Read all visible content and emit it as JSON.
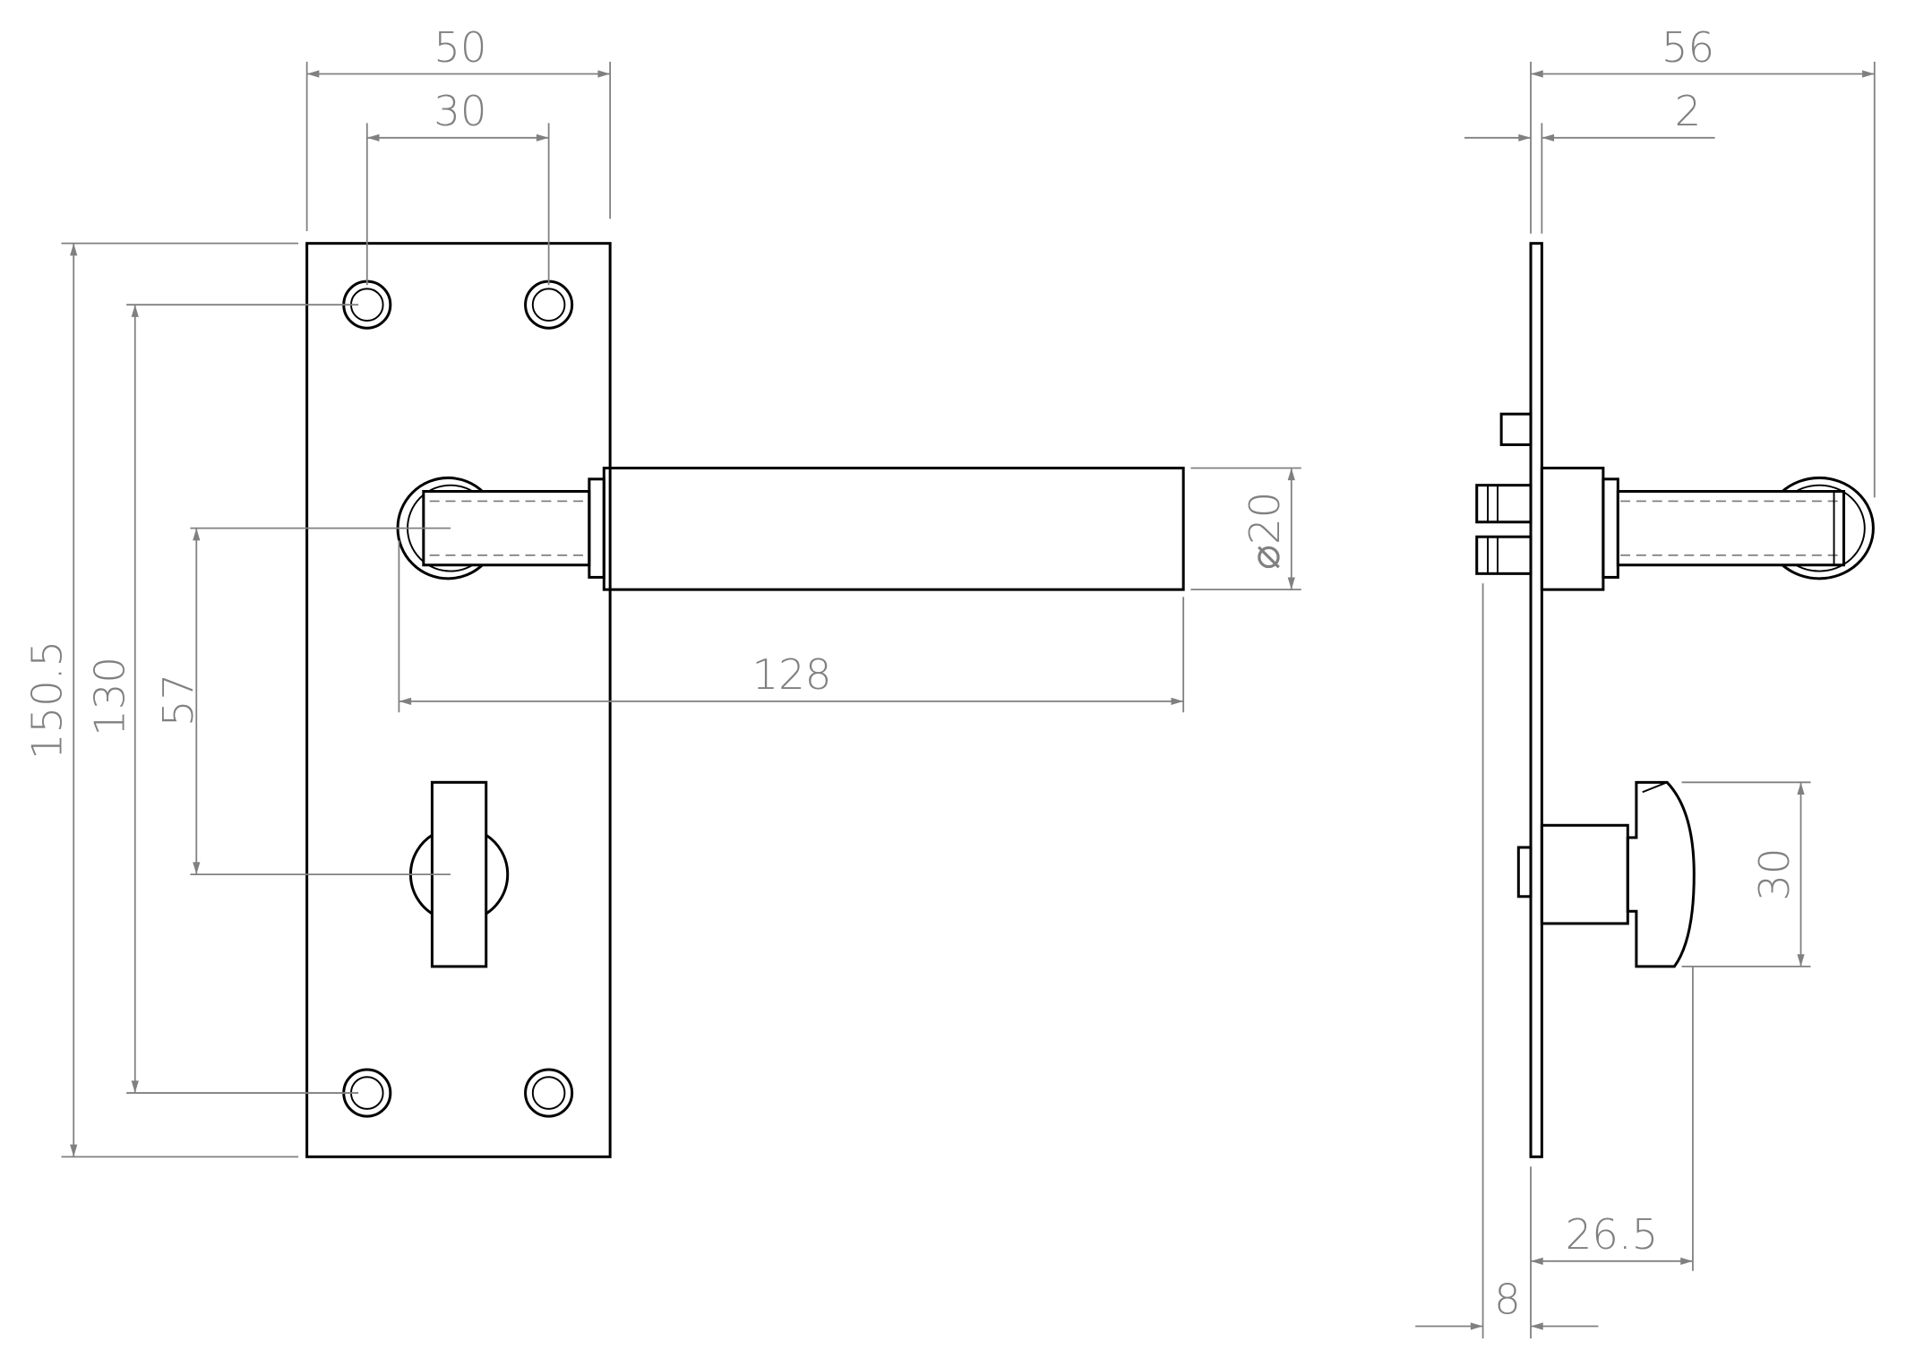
{
  "drawing": {
    "front_view": {
      "dimensions": {
        "plate_width": "50",
        "hole_spacing_horizontal": "30",
        "plate_height": "150.5",
        "hole_spacing_vertical": "130",
        "lever_to_turn": "57",
        "lever_length": "128",
        "lever_diameter": "⌀20"
      }
    },
    "side_view": {
      "dimensions": {
        "overall_depth": "56",
        "plate_thickness": "2",
        "turn_height": "30",
        "turn_projection": "26.5",
        "spindle_offset": "8"
      }
    },
    "colors": {
      "outline": "#000000",
      "dimension": "#808080"
    }
  }
}
